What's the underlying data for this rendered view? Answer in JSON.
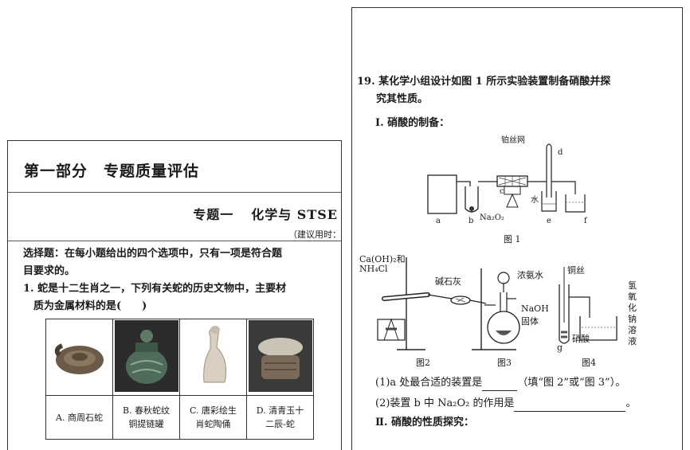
{
  "left_page": {
    "part_title": "第一部分　专题质量评估",
    "topic_title": {
      "number": "专题一",
      "name": "化学与 STSE"
    },
    "time_hint": "（建议用时：",
    "instruction_line1": "选择题：在每小题给出的四个选项中，只有一项是符合题",
    "instruction_line2": "目要求的。",
    "q1_line1": "1. 蛇是十二生肖之一，下列有关蛇的历史文物中，主要材",
    "q1_line2": "质为金属材料的是(　　)",
    "options": [
      {
        "line1": "A. 商周石蛇",
        "line2": ""
      },
      {
        "line1": "B. 春秋蛇纹",
        "line2": "铜提链罐"
      },
      {
        "line1": "C. 唐彩绘生",
        "line2": "肖蛇陶俑"
      },
      {
        "line1": "D. 清青玉十",
        "line2": "二辰-蛇"
      }
    ]
  },
  "right_page": {
    "q19_line1": "19. 某化学小组设计如图 1 所示实验装置制备硝酸并探",
    "q19_line2": "究其性质。",
    "section1": "Ⅰ. 硝酸的制备：",
    "fig1_labels": {
      "platinum_mesh": "铂丝网",
      "a": "a",
      "b": "b",
      "na2o2": "Na₂O₂",
      "c": "c",
      "d": "d",
      "water": "水",
      "e": "e",
      "f": "f"
    },
    "fig1_caption": "图 1",
    "fig2_labels": {
      "reagent1": "Ca(OH)₂和",
      "reagent2": "NH₄Cl",
      "soda_lime": "碱石灰"
    },
    "fig3_labels": {
      "ammonia": "浓氨水",
      "naoh1": "NaOH",
      "naoh2": "固体"
    },
    "fig4_labels": {
      "copper_wire": "铜丝",
      "nitric_acid": "硝酸",
      "g": "g",
      "naoh_solution": "氢氧化钠溶液"
    },
    "fig_captions": [
      "图2",
      "图3",
      "图4"
    ],
    "sub1_pre": "(1)a 处最合适的装置是",
    "sub1_post": "（填“图 2”或“图 3”）。",
    "sub2_pre": "(2)装置 b 中 Na₂O₂ 的作用是",
    "sub2_post": "。",
    "section2": "Ⅱ. 硝酸的性质探究："
  }
}
